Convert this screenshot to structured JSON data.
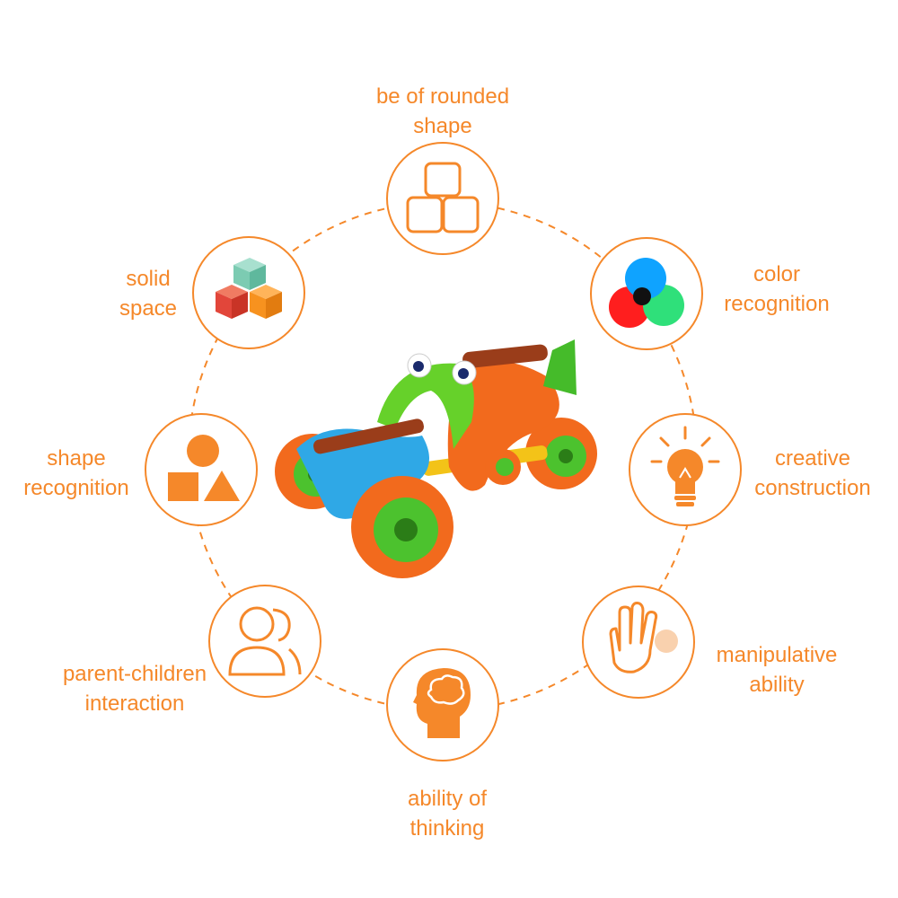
{
  "colors": {
    "accent": "#f5882a",
    "background": "#ffffff"
  },
  "features": [
    {
      "icon": "rounded-cubes-icon",
      "lines": [
        "be of rounded",
        "shape"
      ]
    },
    {
      "icon": "rgb-circles-icon",
      "lines": [
        "color",
        "recognition"
      ]
    },
    {
      "icon": "lightbulb-icon",
      "lines": [
        "creative",
        "construction"
      ]
    },
    {
      "icon": "hand-icon",
      "lines": [
        "manipulative",
        "ability"
      ]
    },
    {
      "icon": "brain-head-icon",
      "lines": [
        "ability of",
        "thinking"
      ]
    },
    {
      "icon": "two-people-icon",
      "lines": [
        "parent-children",
        "interaction"
      ]
    },
    {
      "icon": "shapes-icon",
      "lines": [
        "shape",
        "recognition"
      ]
    },
    {
      "icon": "stacked-cubes-icon",
      "lines": [
        "solid",
        "space"
      ]
    }
  ],
  "product": {
    "icon": "toy-car-illustration"
  }
}
